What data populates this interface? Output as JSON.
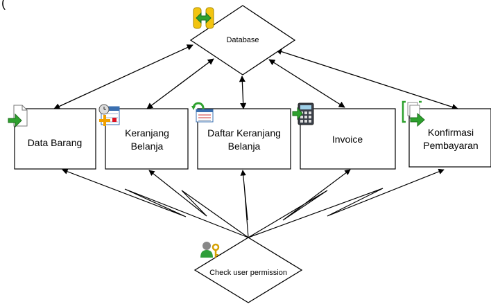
{
  "header_fragment": "(",
  "database": {
    "label": "Database",
    "icon": "database-sync-icon"
  },
  "permission": {
    "label": "Check user permission",
    "icon": "user-key-icon"
  },
  "modules": [
    {
      "name": "module-data-barang",
      "lines": [
        "Data Barang"
      ],
      "icon": "document-arrow-icon"
    },
    {
      "name": "module-keranjang-belanja",
      "lines": [
        "Keranjang",
        "Belanja"
      ],
      "icon": "calendar-clock-icon"
    },
    {
      "name": "module-daftar-keranjang-belanja",
      "lines": [
        "Daftar Keranjang",
        "Belanja"
      ],
      "icon": "list-refresh-icon"
    },
    {
      "name": "module-invoice",
      "lines": [
        "Invoice"
      ],
      "icon": "calculator-arrow-icon"
    },
    {
      "name": "module-konfirmasi-pembayaran",
      "lines": [
        "Konfirmasi",
        "Pembayaran"
      ],
      "icon": "documents-bracket-icon"
    }
  ]
}
